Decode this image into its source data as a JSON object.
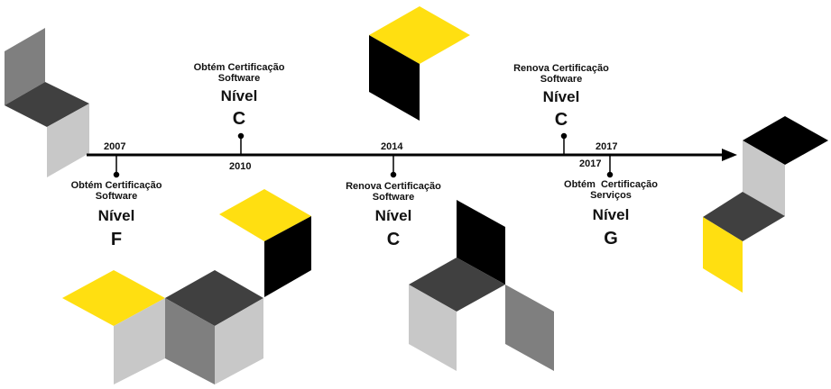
{
  "colors": {
    "yellow": "#ffdf11",
    "black": "#000000",
    "dark": "#404040",
    "mid": "#7f7f7f",
    "light": "#c8c8c8",
    "line": "#000000"
  },
  "timeline": {
    "events": [
      {
        "year": "2007",
        "action_line1": "Obtém Certificação",
        "action_line2": "Software",
        "level_label": "Nível",
        "level": "F"
      },
      {
        "year": "2010",
        "action_line1": "Obtém Certificação",
        "action_line2": "Software",
        "level_label": "Nível",
        "level": "C"
      },
      {
        "year": "2014",
        "action_line1": "Renova Certificação",
        "action_line2": "Software",
        "level_label": "Nível",
        "level": "C"
      },
      {
        "year": "2017",
        "action_line1": "Renova Certificação",
        "action_line2": "Software",
        "level_label": "Nível",
        "level": "C"
      },
      {
        "year": "2017",
        "action_line1": "Obtém  Certificação",
        "action_line2": "Serviços",
        "level_label": "Nível",
        "level": "G"
      }
    ]
  }
}
